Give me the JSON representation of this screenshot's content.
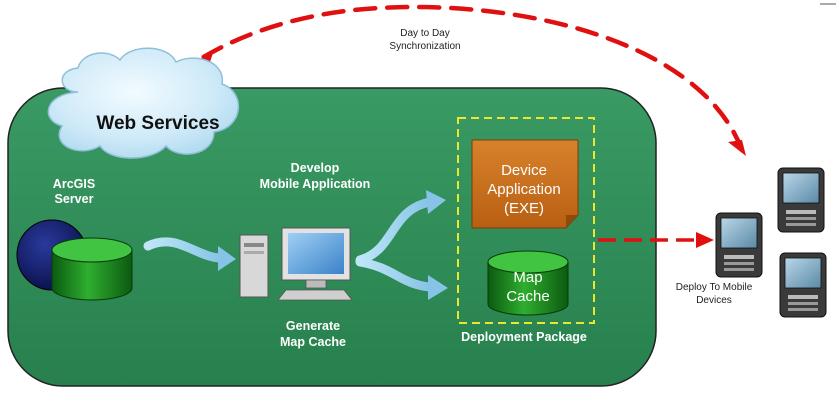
{
  "labels": {
    "sync_line1": "Day to Day",
    "sync_line2": "Synchronization",
    "web_services": "Web Services",
    "arcgis_line1": "ArcGIS",
    "arcgis_line2": "Server",
    "develop_line1": "Develop",
    "develop_line2": "Mobile Application",
    "generate_line1": "Generate",
    "generate_line2": "Map Cache",
    "device_app_line1": "Device",
    "device_app_line2": "Application",
    "device_app_line3": "(EXE)",
    "map_cache_line1": "Map",
    "map_cache_line2": "Cache",
    "deployment_package": "Deployment Package",
    "deploy_line1": "Deploy To Mobile",
    "deploy_line2": "Devices"
  },
  "icons": {
    "cloud": "cloud-icon",
    "server_globe": "globe-icon",
    "database": "database-cylinder-icon",
    "workstation": "desktop-computer-icon",
    "device": "handheld-device-icon"
  },
  "colors": {
    "panel_green": "#2e8b57",
    "device_app_orange": "#c8701e",
    "package_border_yellow": "#e8e830",
    "arrow_red": "#e01010",
    "arrow_lightblue": "#a8d8f0"
  }
}
